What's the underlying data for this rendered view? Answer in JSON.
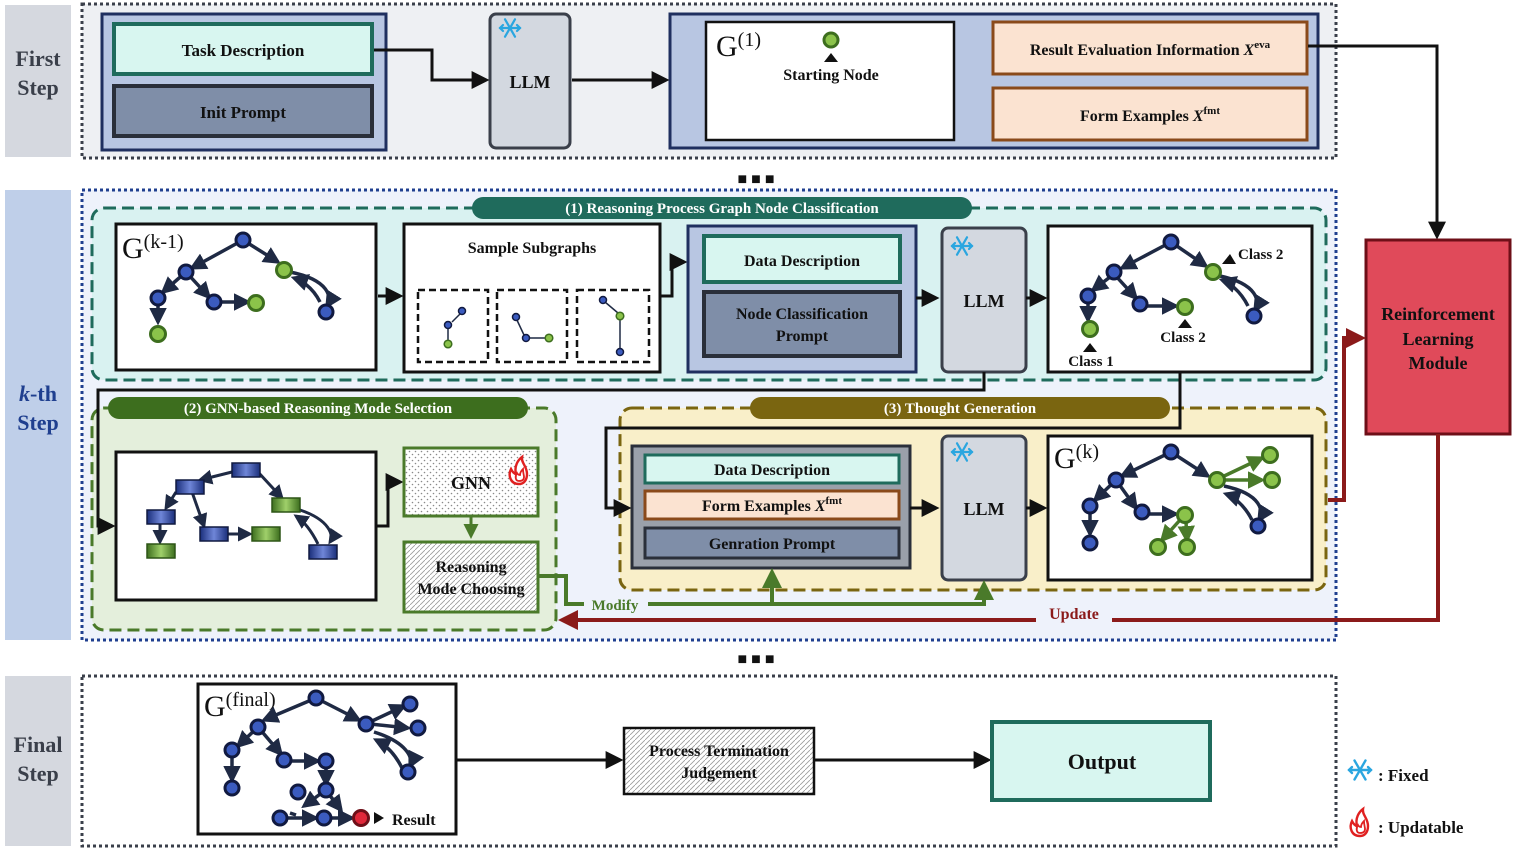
{
  "steps": {
    "first_line1": "First",
    "first_line2": "Step",
    "kth_italic": "k",
    "kth_rest": "-th",
    "kth_line2": "Step",
    "final_line1": "Final",
    "final_line2": "Step"
  },
  "first_step": {
    "task_description": "Task Description",
    "init_prompt": "Init Prompt",
    "llm": "LLM",
    "graph_label": "G",
    "graph_sup": "(1)",
    "starting_node": "Starting Node",
    "result_eval_text": "Result Evaluation Information ",
    "result_eval_var": "X",
    "result_eval_sup": "eva",
    "form_examples_text": "Form Examples ",
    "form_examples_var": "X",
    "form_examples_sup": "fmt"
  },
  "ellipsis": "■ ■ ■",
  "kth_step": {
    "section1_title": "(1) Reasoning Process Graph Node Classification",
    "graph_label": "G",
    "graph_prev_sup": "(k-1)",
    "sample_subgraphs": "Sample Subgraphs",
    "data_description": "Data Description",
    "node_class_prompt_line1": "Node Classification",
    "node_class_prompt_line2": "Prompt",
    "llm": "LLM",
    "class_1": "Class 1",
    "class_2a": "Class 2",
    "class_2b": "Class 2",
    "section2_title": "(2) GNN-based Reasoning Mode Selection",
    "gnn": "GNN",
    "reasoning_mode_line1": "Reasoning",
    "reasoning_mode_line2": "Mode Choosing",
    "modify": "Modify",
    "section3_title": "(3) Thought Generation",
    "data_description_2": "Data Description",
    "form_examples_text": "Form Examples ",
    "form_examples_var": "X",
    "form_examples_sup": "fmt",
    "generation_prompt": "Genration Prompt",
    "graph_k_sup": "(k)",
    "update": "Update"
  },
  "rl_module": {
    "line1": "Reinforcement",
    "line2": "Learning",
    "line3": "Module"
  },
  "final_step": {
    "graph_label": "G",
    "graph_sup": "(final)",
    "result": "Result",
    "termination_line1": "Process Termination",
    "termination_line2": "Judgement",
    "output": "Output"
  },
  "legend": {
    "fixed": ": Fixed",
    "updatable": ": Updatable"
  },
  "colors": {
    "node_blue": "#3b5bbf",
    "node_green": "#8bc34a",
    "rl_red": "#e04a5a",
    "update_dark_red": "#8b1a1a",
    "modify_green": "#4a7a2a",
    "teal_title": "#1f6b5c",
    "olive_title": "#7a6510"
  }
}
